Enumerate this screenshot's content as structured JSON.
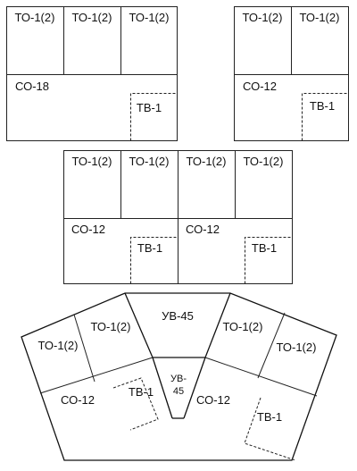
{
  "colors": {
    "line": "#222222",
    "text": "#111111",
    "background": "#ffffff"
  },
  "block1": {
    "top_tables": [
      "ТО-1(2)",
      "ТО-1(2)",
      "ТО-1(2)"
    ],
    "lower": "СО-18",
    "corner": "ТВ-1"
  },
  "block2": {
    "top_tables": [
      "ТО-1(2)",
      "ТО-1(2)"
    ],
    "lower": "СО-12",
    "corner": "ТВ-1"
  },
  "block3": {
    "top_tables": [
      "ТО-1(2)",
      "ТО-1(2)",
      "ТО-1(2)",
      "ТО-1(2)"
    ],
    "lower_left": "СО-12",
    "lower_right": "СО-12",
    "corner_left": "ТВ-1",
    "corner_right": "ТВ-1"
  },
  "block4": {
    "center_top": "УВ-45",
    "center_small_line1": "УВ-",
    "center_small_line2": "45",
    "left_outer": "ТО-1(2)",
    "left_inner": "ТО-1(2)",
    "left_lower": "СО-12",
    "left_corner": "ТВ-1",
    "right_inner": "ТО-1(2)",
    "right_outer": "ТО-1(2)",
    "right_lower": "СО-12",
    "right_corner": "ТВ-1"
  }
}
